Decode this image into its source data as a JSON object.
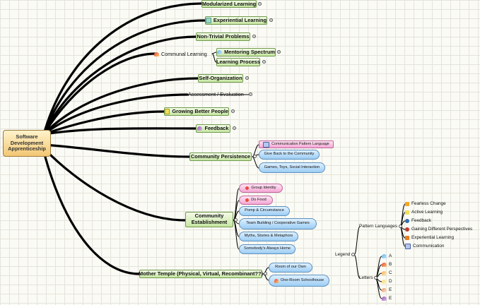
{
  "root": {
    "line1": "Software",
    "line2": "Development",
    "line3": "Apprenticeship"
  },
  "branches": {
    "modularized": "Modularized Learning",
    "experiential": "Experiential Learning",
    "non_trivial": "Non-Trivial Problems",
    "communal": "Communal Learning",
    "mentoring": "Mentoring Spectrum",
    "learning_process": "Learning Process",
    "self_org": "Self-Organization",
    "assessment": "Assessment / Evaluation",
    "growing": "Growing Better People",
    "feedback": "Feedback",
    "community_persistence": "Community Persistence",
    "community_establishment_1": "Community",
    "community_establishment_2": "Establishment",
    "mother_temple": "Mother Temple (Physical, Virtual, Recombinant??)"
  },
  "persistence_children": [
    "Communication Pattern Language",
    "Give Back to the Community",
    "Games, Toys, Social Interaction"
  ],
  "establishment_children": [
    "Group Identity",
    "Do Food",
    "Pomp & Circumstance",
    "Team Building / Cooperative Games",
    "Myths, Stories & Metaphors",
    "Somebody's Always Home"
  ],
  "temple_children": [
    "Room of our Own",
    "One-Room Schoolhouse"
  ],
  "legend": {
    "title": "Legend",
    "pattern_languages": "Pattern Languages",
    "items": [
      "Fearless Change",
      "Active Learning",
      "Feedback",
      "Gaining Different Perspectives",
      "Experiential Learning",
      "Communication"
    ],
    "letters_label": "Letters",
    "letters": [
      "A",
      "B",
      "C",
      "D",
      "E",
      "E"
    ]
  },
  "colors": {
    "green_node": "#c7e6a2",
    "blue_node": "#9ccdf4",
    "pink_node": "#f3a6d4",
    "root_node": "#f3c773",
    "connector": "#000000"
  }
}
